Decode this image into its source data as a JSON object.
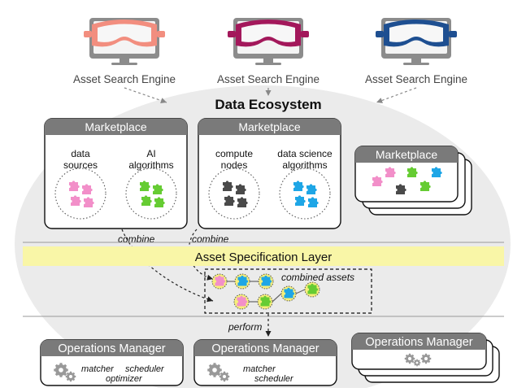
{
  "search_engines": [
    {
      "label": "Asset Search Engine",
      "color": "#f28e7f"
    },
    {
      "label": "Asset Search Engine",
      "color": "#a3185b"
    },
    {
      "label": "Asset Search Engine",
      "color": "#1e4f91"
    }
  ],
  "ecosystem": {
    "title": "Data Ecosystem"
  },
  "marketplaces": [
    {
      "title": "Marketplace",
      "left_label": "data\nsources",
      "right_label": "AI\nalgorithms"
    },
    {
      "title": "Marketplace",
      "left_label": "compute\nnodes",
      "right_label": "data science\nalgorithms"
    },
    {
      "title": "Marketplace"
    }
  ],
  "combine_label": "combine",
  "spec_layer": {
    "label": "Asset Specification Layer",
    "color": "#f9f6a7"
  },
  "combined_assets_label": "combined assets",
  "perform_label": "perform",
  "operations_managers": [
    {
      "title": "Operations Manager",
      "labels": [
        "matcher",
        "scheduler",
        "optimizer"
      ]
    },
    {
      "title": "Operations Manager",
      "labels": [
        "matcher",
        "scheduler"
      ]
    },
    {
      "title": "Operations Manager",
      "labels": []
    }
  ],
  "colors": {
    "pink": "#f28fc9",
    "green": "#66cc33",
    "dark": "#4a4a4a",
    "blue": "#1ea6e6",
    "header": "#7a7a7a",
    "ellipse": "#ebebeb"
  }
}
